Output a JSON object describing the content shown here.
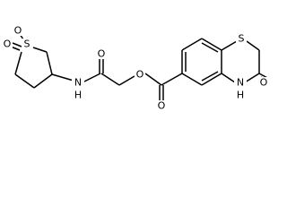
{
  "molecule": {
    "atoms": {
      "o_s1": "O",
      "o_s2": "O",
      "s_sulfone": "S",
      "n_amide": "N",
      "h_amide": "H",
      "o_amide": "O",
      "o_ester_link": "O",
      "o_ester_carbonyl": "O",
      "s_ring": "S",
      "n_lactam": "N",
      "h_lactam": "H",
      "o_lactam": "O"
    }
  }
}
